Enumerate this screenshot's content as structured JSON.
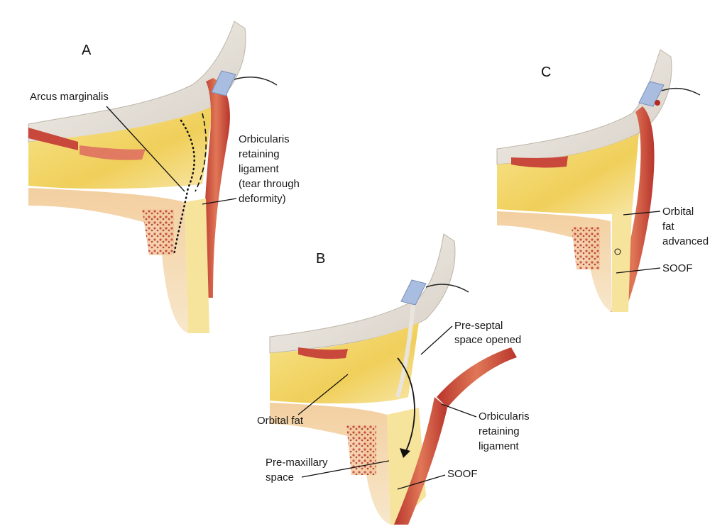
{
  "panels": [
    {
      "id": "A",
      "letter": "A",
      "labels": {
        "arcus": "Arcus marginalis",
        "orl_1": "Orbicularis",
        "orl_2": "retaining",
        "orl_3": "ligament",
        "orl_4": "(tear through",
        "orl_5": "deformity)"
      }
    },
    {
      "id": "B",
      "letter": "B",
      "labels": {
        "preseptal_1": "Pre-septal",
        "preseptal_2": "space opened",
        "orbital_fat": "Orbital fat",
        "orl_1": "Orbicularis",
        "orl_2": "retaining",
        "orl_3": "ligament",
        "premax_1": "Pre-maxillary",
        "premax_2": "space",
        "soof": "SOOF"
      }
    },
    {
      "id": "C",
      "letter": "C",
      "labels": {
        "fat_1": "Orbital",
        "fat_2": "fat",
        "fat_3": "advanced",
        "soof": "SOOF"
      }
    }
  ],
  "colors": {
    "skin": "#e9e4dc",
    "fat": "#f3da73",
    "fat_light": "#fbefb4",
    "muscle": "#c9483c",
    "muscle_light": "#e58c6c",
    "bone": "#f6e1bf",
    "marrow": "#c0392b",
    "cartilage": "#a9bde0"
  }
}
